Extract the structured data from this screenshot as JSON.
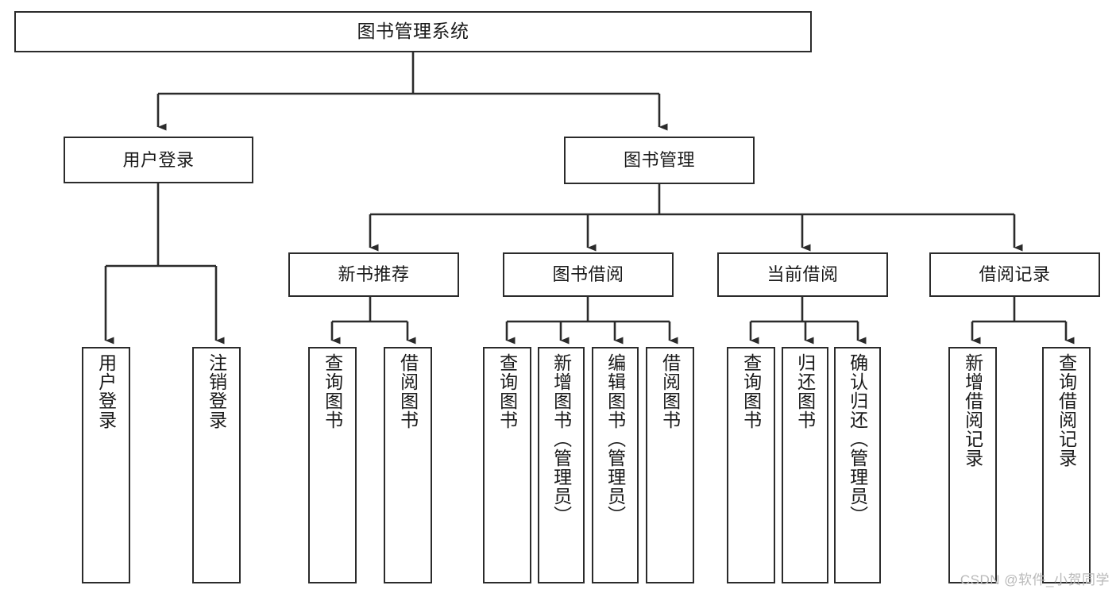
{
  "diagram": {
    "title": "图书管理系统",
    "type": "tree",
    "watermark": "CSDN @软件_小贺同学",
    "colors": {
      "background": "#ffffff",
      "box_border": "#2b2b2b",
      "box_fill": "#ffffff",
      "connector": "#2b2b2b",
      "text": "#1a1a1a",
      "watermark": "#b9b9b9"
    },
    "nodes": {
      "root": {
        "label": "图书管理系统"
      },
      "tier1": [
        {
          "label": "用户登录"
        },
        {
          "label": "图书管理"
        }
      ],
      "tier2": [
        {
          "label": "新书推荐"
        },
        {
          "label": "图书借阅"
        },
        {
          "label": "当前借阅"
        },
        {
          "label": "借阅记录"
        }
      ],
      "leaves": {
        "user_login": [
          {
            "label": "用户登录"
          },
          {
            "label": "注销登录"
          }
        ],
        "new_book_recommend": [
          {
            "label": "查询图书"
          },
          {
            "label": "借阅图书"
          }
        ],
        "book_borrow": [
          {
            "label": "查询图书"
          },
          {
            "label": "新增图书（管理员）"
          },
          {
            "label": "编辑图书（管理员）"
          },
          {
            "label": "借阅图书"
          }
        ],
        "current_borrow": [
          {
            "label": "查询图书"
          },
          {
            "label": "归还图书"
          },
          {
            "label": "确认归还（管理员）"
          }
        ],
        "borrow_record": [
          {
            "label": "新增借阅记录"
          },
          {
            "label": "查询借阅记录"
          }
        ]
      }
    }
  }
}
